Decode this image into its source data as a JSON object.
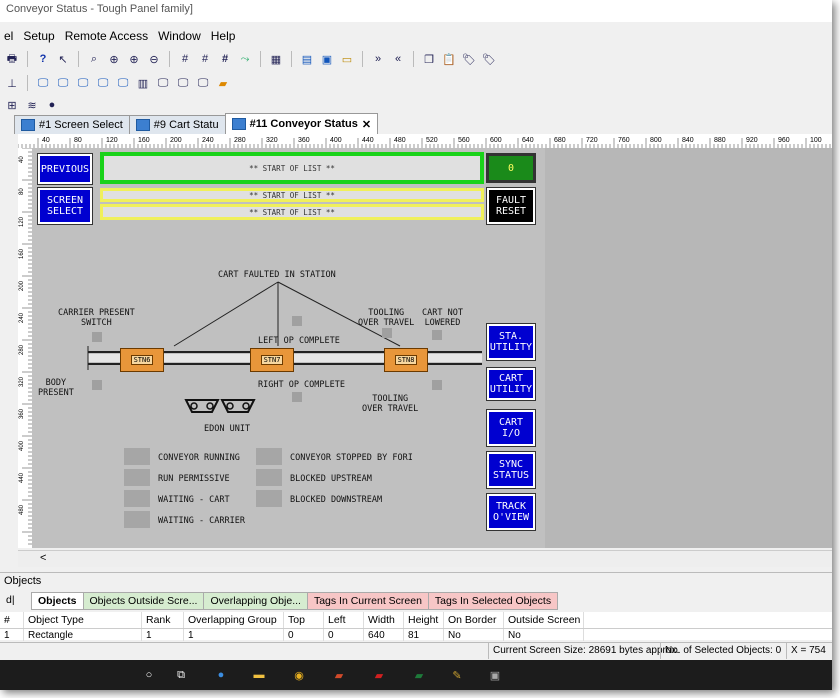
{
  "window": {
    "title": "Conveyor Status - Tough Panel family]"
  },
  "menu": [
    "el",
    "Setup",
    "Remote Access",
    "Window",
    "Help"
  ],
  "tabs": [
    {
      "label": "#1 Screen Select"
    },
    {
      "label": "#9 Cart Statu"
    },
    {
      "label": "#11 Conveyor Status",
      "close": "✕"
    }
  ],
  "ruler": [
    "40",
    "80",
    "120",
    "160",
    "200",
    "240",
    "280",
    "320",
    "360",
    "400",
    "440",
    "480",
    "520",
    "560",
    "600",
    "640",
    "680",
    "720",
    "760",
    "800",
    "840",
    "880",
    "920",
    "960",
    "100"
  ],
  "vruler": [
    "40",
    "80",
    "120",
    "160",
    "200",
    "240",
    "280",
    "320",
    "360",
    "400",
    "440",
    "480"
  ],
  "hmi": {
    "previous": "PREVIOUS",
    "screen_select": [
      "SCREEN",
      "SELECT"
    ],
    "list_rows": [
      "** START OF LIST **",
      "** START OF LIST **",
      "** START OF LIST **"
    ],
    "counter": "0",
    "fault_reset": [
      "FAULT",
      "RESET"
    ],
    "side_buttons": [
      [
        "STA.",
        "UTILITY"
      ],
      [
        "CART",
        "UTILITY"
      ],
      [
        "CART",
        "I/O"
      ],
      [
        "SYNC",
        "STATUS"
      ],
      [
        "TRACK",
        "O'VIEW"
      ]
    ],
    "labels": {
      "cart_faulted": "CART FAULTED IN STATION",
      "carrier_present": [
        "CARRIER PRESENT",
        "SWITCH"
      ],
      "tooling_over_travel_top": [
        "TOOLING",
        "OVER TRAVEL"
      ],
      "cart_not_lowered": [
        "CART NOT",
        "LOWERED"
      ],
      "left_op": "LEFT OP COMPLETE",
      "right_op": "RIGHT OP COMPLETE",
      "body_present": [
        "BODY",
        "PRESENT"
      ],
      "tooling_over_travel_bottom": [
        "TOOLING",
        "OVER TRAVEL"
      ],
      "edon_unit": "EDON UNIT"
    },
    "stations": [
      "STN6",
      "STN7",
      "STN8"
    ],
    "legend_left": [
      "CONVEYOR RUNNING",
      "RUN PERMISSIVE",
      "WAITING - CART",
      "WAITING - CARRIER"
    ],
    "legend_right": [
      "CONVEYOR STOPPED BY FORI",
      "BLOCKED UPSTREAM",
      "BLOCKED DOWNSTREAM"
    ]
  },
  "scroll_left": "<",
  "objects_panel": {
    "title": "Objects",
    "side": "d|",
    "tabs": [
      "Objects",
      "Objects Outside Scre...",
      "Overlapping Obje...",
      "Tags In Current Screen",
      "Tags In Selected Objects"
    ],
    "columns": [
      "#",
      "Object Type",
      "Rank",
      "Overlapping Group",
      "Top",
      "Left",
      "Width",
      "Height",
      "On Border",
      "Outside Screen"
    ],
    "row": [
      "1",
      "Rectangle",
      "1",
      "1",
      "0",
      "0",
      "640",
      "81",
      "No",
      "No"
    ]
  },
  "status": {
    "size": "Current Screen Size: 28691 bytes approx.",
    "selected": "No. of Selected Objects: 0",
    "coord": "X = 754"
  },
  "colors": {
    "hmi_blue": "#0000d0",
    "list_green": "#19d219",
    "list_yellow": "#f0f05a",
    "station_orange": "#e8963a"
  }
}
